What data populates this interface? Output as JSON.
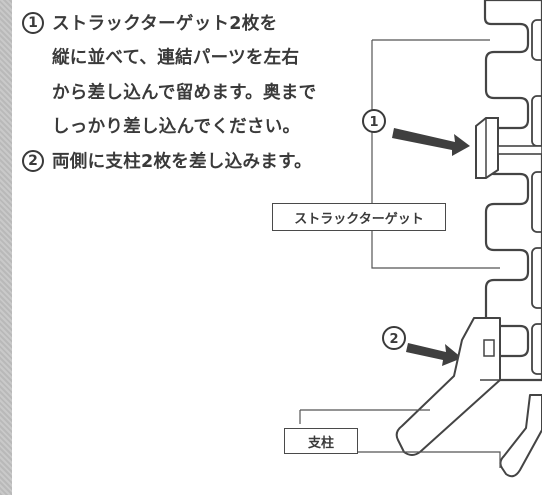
{
  "instructions": {
    "step1": {
      "number": "1",
      "lines": [
        "ストラックターゲット2枚を",
        "縦に並べて、連結パーツを左右",
        "から差し込んで留めます。奥まで",
        "しっかり差し込んでください。"
      ]
    },
    "step2": {
      "number": "2",
      "text": "両側に支柱2枚を差し込みます。"
    }
  },
  "diagram": {
    "callout1": "1",
    "callout2": "2",
    "label_target": "ストラックターゲット",
    "label_post": "支柱"
  }
}
